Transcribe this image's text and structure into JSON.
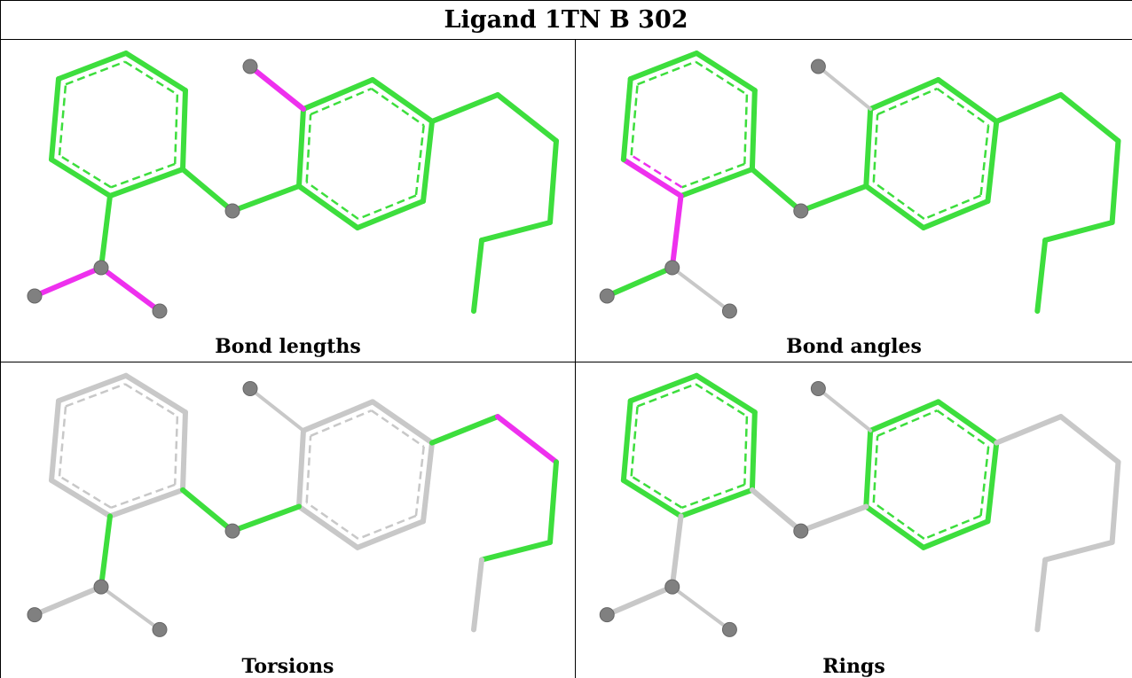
{
  "title": "Ligand 1TN B 302",
  "colors": {
    "ok": "#3dde3d",
    "outlier": "#ee30ee",
    "neutral": "#c8c8c8",
    "atom": "#808080"
  },
  "panels": [
    {
      "caption": "Bond lengths",
      "variant": "bond_lengths"
    },
    {
      "caption": "Bond angles",
      "variant": "bond_angles"
    },
    {
      "caption": "Torsions",
      "variant": "torsions"
    },
    {
      "caption": "Rings",
      "variant": "rings"
    }
  ]
}
